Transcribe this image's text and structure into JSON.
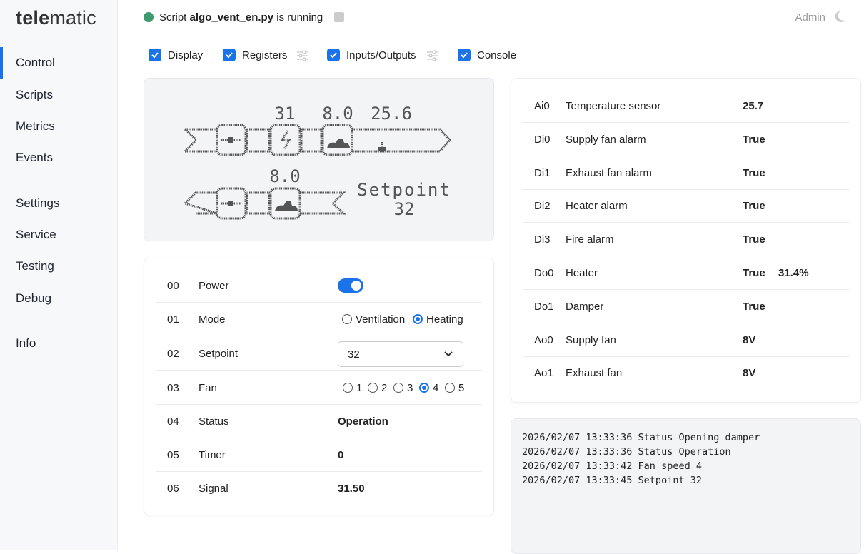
{
  "app": {
    "logo_bold": "tele",
    "logo_rest": "matic"
  },
  "sidebar": {
    "items": [
      {
        "label": "Control",
        "active": true
      },
      {
        "label": "Scripts"
      },
      {
        "label": "Metrics"
      },
      {
        "label": "Events"
      },
      {
        "label": "Settings"
      },
      {
        "label": "Service"
      },
      {
        "label": "Testing"
      },
      {
        "label": "Debug"
      },
      {
        "label": "Info"
      }
    ]
  },
  "header": {
    "status_prefix": "Script ",
    "script_name": "algo_vent_en.py",
    "status_suffix": " is running",
    "user": "Admin",
    "status_color": "#3c9a6e"
  },
  "toggles": [
    {
      "label": "Display",
      "checked": true
    },
    {
      "label": "Registers",
      "checked": true
    },
    {
      "label": "Inputs/Outputs",
      "checked": true
    },
    {
      "label": "Console",
      "checked": true
    }
  ],
  "display": {
    "top_values": [
      "31",
      "8.0",
      "25.6"
    ],
    "bottom_value": "8.0",
    "setpoint_label": "Setpoint",
    "setpoint_value": "32"
  },
  "registers": [
    {
      "id": "00",
      "name": "Power",
      "type": "switch",
      "on": true
    },
    {
      "id": "01",
      "name": "Mode",
      "type": "radio",
      "options": [
        "Ventilation",
        "Heating"
      ],
      "selected": "Heating"
    },
    {
      "id": "02",
      "name": "Setpoint",
      "type": "select",
      "value": "32"
    },
    {
      "id": "03",
      "name": "Fan",
      "type": "radio",
      "options": [
        "1",
        "2",
        "3",
        "4",
        "5"
      ],
      "selected": "4"
    },
    {
      "id": "04",
      "name": "Status",
      "value": "Operation"
    },
    {
      "id": "05",
      "name": "Timer",
      "value": "0"
    },
    {
      "id": "06",
      "name": "Signal",
      "value": "31.50"
    }
  ],
  "io": [
    {
      "id": "Ai0",
      "name": "Temperature sensor",
      "value": "25.7",
      "extra": ""
    },
    {
      "id": "Di0",
      "name": "Supply fan alarm",
      "value": "True",
      "extra": ""
    },
    {
      "id": "Di1",
      "name": "Exhaust fan alarm",
      "value": "True",
      "extra": ""
    },
    {
      "id": "Di2",
      "name": "Heater alarm",
      "value": "True",
      "extra": ""
    },
    {
      "id": "Di3",
      "name": "Fire alarm",
      "value": "True",
      "extra": ""
    },
    {
      "id": "Do0",
      "name": "Heater",
      "value": "True",
      "extra": "31.4%"
    },
    {
      "id": "Do1",
      "name": "Damper",
      "value": "True",
      "extra": ""
    },
    {
      "id": "Ao0",
      "name": "Supply fan",
      "value": "8V",
      "extra": ""
    },
    {
      "id": "Ao1",
      "name": "Exhaust fan",
      "value": "8V",
      "extra": ""
    }
  ],
  "console": {
    "lines": [
      "2026/02/07 13:33:36 Status Opening damper",
      "2026/02/07 13:33:36 Status Operation",
      "2026/02/07 13:33:42 Fan speed 4",
      "2026/02/07 13:33:45 Setpoint 32"
    ]
  },
  "colors": {
    "accent": "#1a73e8"
  }
}
